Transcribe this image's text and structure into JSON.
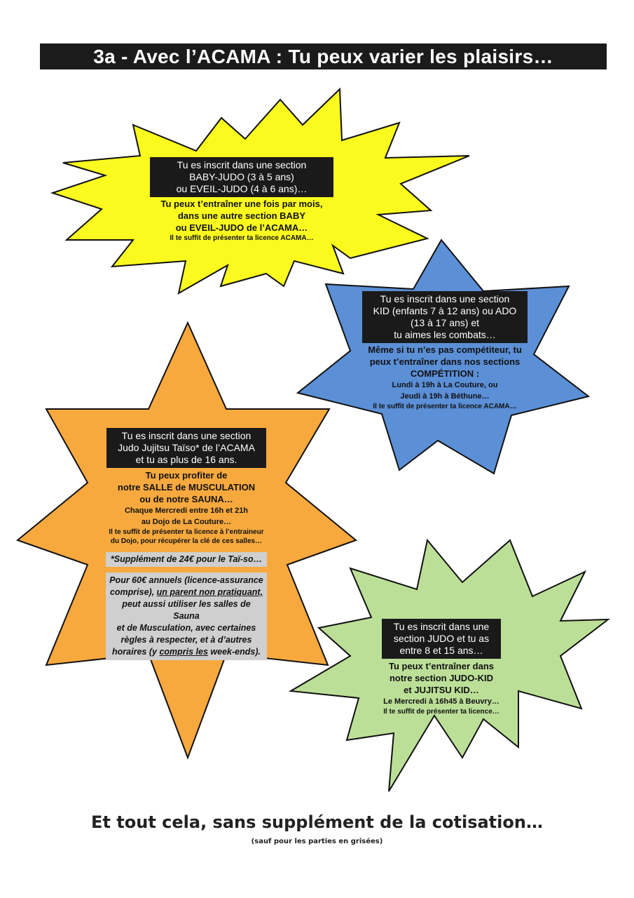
{
  "title": "3a - Avec l’ACAMA : Tu peux varier les plaisirs…",
  "colors": {
    "yellow": "#fafa1e",
    "blue": "#5b8fd6",
    "orange": "#f7a93e",
    "green": "#bcdf98",
    "dark": "#1a1a1a",
    "grey": "#cfcfcf"
  },
  "yellow_burst": {
    "header_lines": [
      "Tu es inscrit dans une section",
      "BABY-JUDO (3 à 5 ans)",
      "ou EVEIL-JUDO (4 à 6 ans)…"
    ],
    "body_lines": [
      "Tu peux t’entraîner une fois par mois,",
      "dans une autre section BABY",
      "ou EVEIL-JUDO de l’ACAMA…"
    ],
    "note": "Il te suffit de présenter ta licence ACAMA…"
  },
  "blue_star": {
    "header_lines": [
      "Tu es inscrit dans une section",
      "KID (enfants 7 à 12 ans) ou ADO",
      "(13 à 17 ans) et",
      "tu aimes les combats…"
    ],
    "body_lines": [
      "Même si tu n’es pas compétiteur, tu",
      "peux t’entraîner dans nos sections",
      "COMPÉTITION :"
    ],
    "schedule_lines": [
      "Lundi à 19h à La Couture, ou",
      "Jeudi à 19h à Béthune…"
    ],
    "note": "Il te suffit de présenter ta licence ACAMA…"
  },
  "orange_star": {
    "header_lines": [
      "Tu es inscrit dans une section",
      "Judo Jujitsu Taïso* de l’ACAMA",
      "et tu as plus de 16 ans."
    ],
    "body_lines": [
      "Tu peux profiter de",
      "notre SALLE de MUSCULATION",
      "ou de notre SAUNA…"
    ],
    "schedule_lines": [
      "Chaque Mercredi entre 16h et 21h",
      "au Dojo de La Couture…"
    ],
    "note_lines": [
      "Il te suffit de présenter ta licence à l’entraineur",
      "du Dojo, pour récupérer la clé de ces salles…"
    ],
    "supplement": "*Supplément de 24€ pour le Taï-so…",
    "parent_box": {
      "line1": "Pour 60€ annuels (licence-assurance",
      "line2": "comprise),",
      "line2_underlined": "un parent non pratiquant,",
      "line3": "peut aussi utiliser les salles de Sauna",
      "line4": "et de Musculation, avec certaines",
      "line5": "règles à respecter, et à d’autres",
      "line6_pre": "horaires (y",
      "line6_underlined": "compris les",
      "line6_post": "week-ends)."
    }
  },
  "green_burst": {
    "header_lines": [
      "Tu es inscrit dans une",
      "section JUDO et tu as",
      "entre 8 et 15 ans…"
    ],
    "body_lines": [
      "Tu peux t’entraîner dans",
      "notre section JUDO-KID",
      "et JUJITSU KID…"
    ],
    "schedule": "Le Mercredi à 16h45 à Beuvry…",
    "note": "Il te suffit de présenter ta licence…"
  },
  "footer": {
    "main": "Et tout cela, sans supplément de la cotisation…",
    "sub": "(sauf pour les parties en grisées)"
  }
}
